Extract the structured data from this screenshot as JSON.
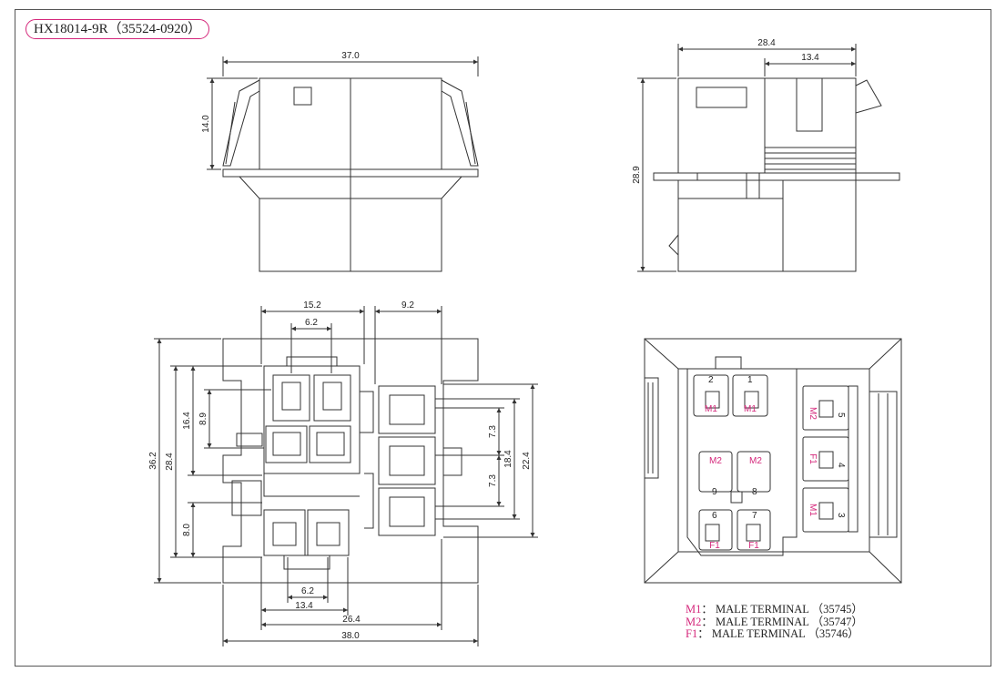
{
  "title": "HX18014-9R（35524-0920）",
  "colors": {
    "line": "#333333",
    "accent": "#d4267a",
    "fill": "#e9e9e9"
  },
  "top_left": {
    "width": "37.0",
    "height": "14.0"
  },
  "top_right": {
    "width": "28.4",
    "inner": "13.4",
    "height": "28.9"
  },
  "front": {
    "dims_top": [
      "15.2",
      "6.2",
      "9.2"
    ],
    "dims_left": [
      "36.2",
      "28.4",
      "16.4",
      "8.9",
      "8.0"
    ],
    "dims_right": [
      "7.3",
      "7.3",
      "18.4",
      "22.4"
    ],
    "dims_bottom": [
      "6.2",
      "13.4",
      "26.4",
      "38.0"
    ]
  },
  "rear": {
    "numbers": [
      "2",
      "1",
      "5",
      "4",
      "3",
      "9",
      "8",
      "6",
      "7"
    ],
    "labels": [
      "M1",
      "M1",
      "M2",
      "F1",
      "M1",
      "M2",
      "M2",
      "F1",
      "F1"
    ]
  },
  "legend": [
    {
      "code": "M1",
      "sep": "：",
      "text": "MALE TERMINAL （35745）"
    },
    {
      "code": "M2",
      "sep": "：",
      "text": "MALE TERMINAL （35747）"
    },
    {
      "code": "F1",
      "sep": "：",
      "text": "MALE TERMINAL （35746）"
    }
  ]
}
